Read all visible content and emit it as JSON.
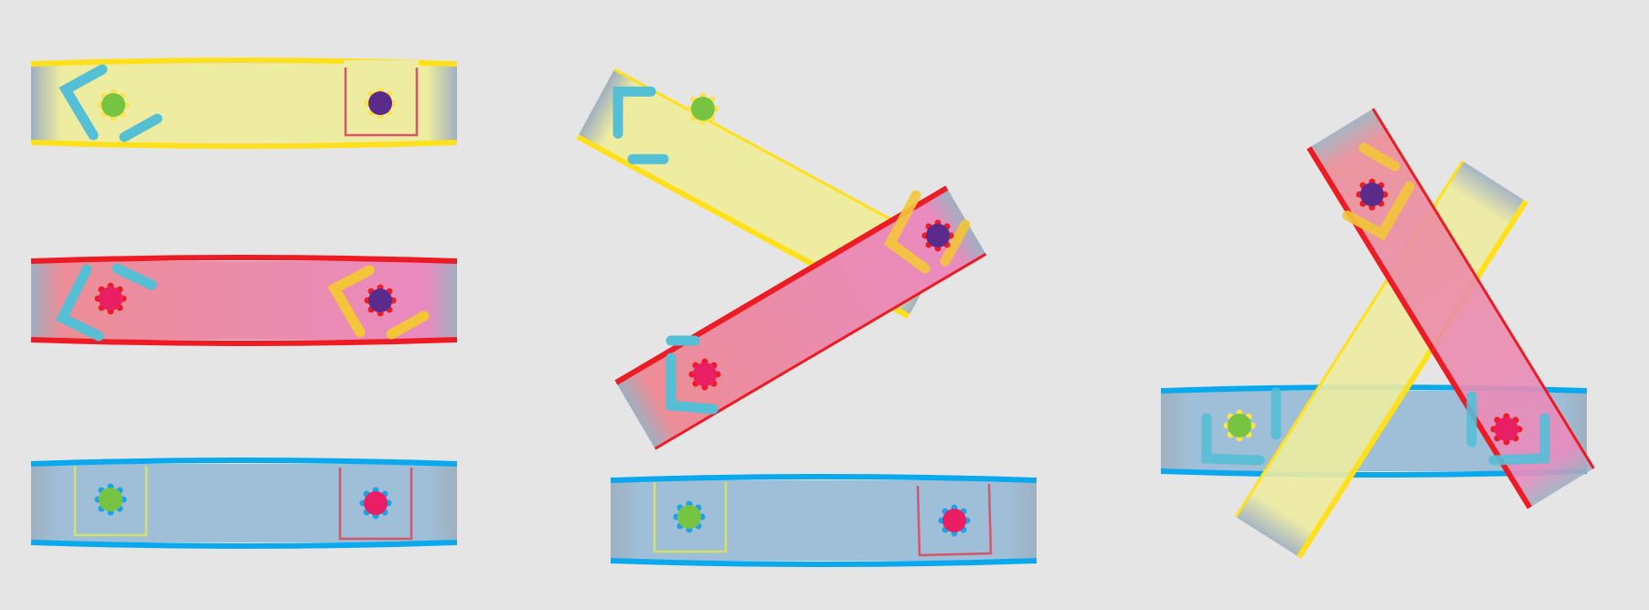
{
  "description_colors": {
    "background": "#e5e5e5",
    "strip_edge": "#9fb0c0",
    "yellow_fill": "#eeeca0",
    "yellow_border": "#ffe01a",
    "red_fill_left": "#ec8d97",
    "red_fill_right": "#e98bbf",
    "red_border": "#ed1c24",
    "blue_fill": "#9fbfd8",
    "blue_border": "#0aa9ee",
    "bracket_cyan": "#55bfd6",
    "bracket_yellow": "#f3c63a",
    "bracket_olive": "#d4e06a",
    "bracket_red": "#d2576a",
    "dot_green": "#76c442",
    "dot_purple": "#5b2b8c",
    "dot_pink": "#ea1e63",
    "gear_yellow": "#ffe14d",
    "gear_red": "#ed1c24",
    "gear_blue": "#1aa3e8"
  },
  "panels": [
    {
      "name": "separate-strips",
      "strips": [
        "yellow",
        "red",
        "blue"
      ]
    },
    {
      "name": "angle-assembly",
      "strips": [
        "yellow",
        "red",
        "blue"
      ]
    },
    {
      "name": "triangle-assembly",
      "strips": [
        "yellow",
        "red",
        "blue"
      ]
    }
  ],
  "icons": [
    "chevron-bracket",
    "corner-bracket",
    "square-bracket",
    "gear-dot"
  ]
}
